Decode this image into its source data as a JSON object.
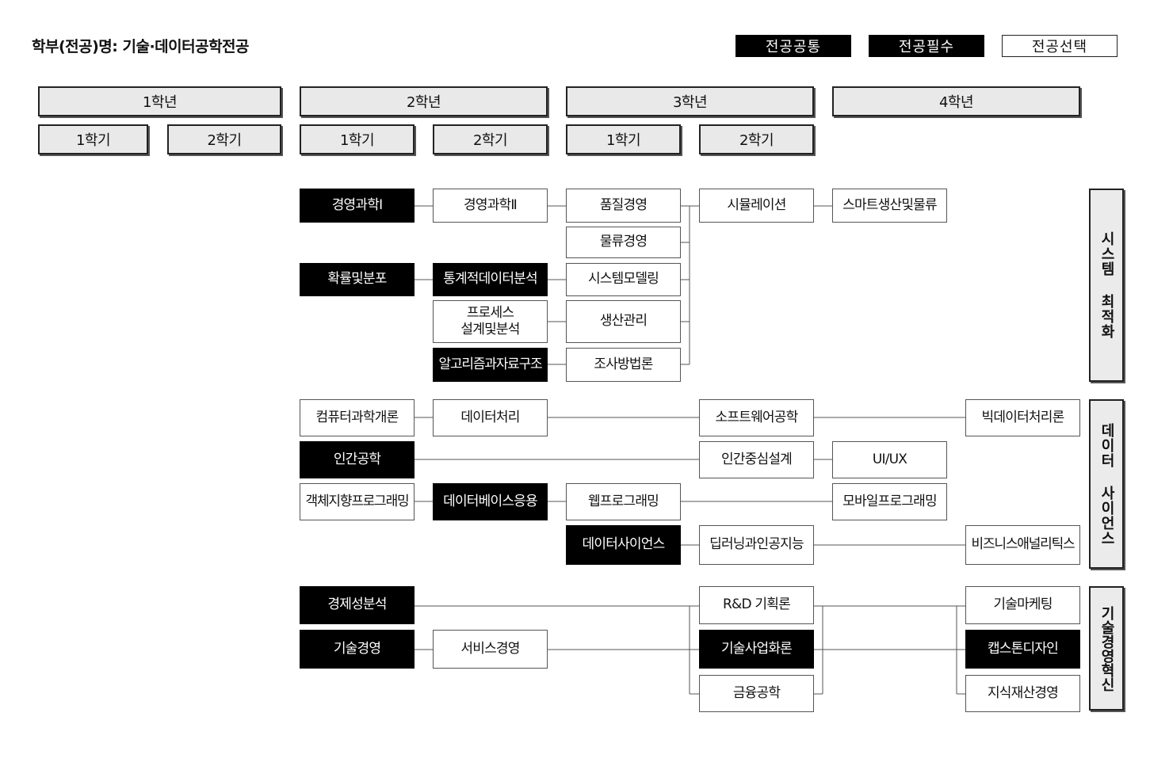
{
  "title": "학부(전공)명:  기술·데이터공학전공",
  "legend": {
    "common": "전공공통",
    "required": "전공필수",
    "elective": "전공선택"
  },
  "years": {
    "y1": "1학년",
    "y2": "2학년",
    "y3": "3학년",
    "y4": "4학년"
  },
  "semesters": {
    "s1": "1학기",
    "s2": "2학기"
  },
  "tracks": {
    "system": "시스템 최적화",
    "data": "데이터 사이언스",
    "tech": "기술경영혁신"
  },
  "courses": {
    "mgmt_sci1": "경영과학Ⅰ",
    "mgmt_sci2": "경영과학Ⅱ",
    "quality": "품질경영",
    "simulation": "시뮬레이션",
    "smart_prod": "스마트생산및물류",
    "logistics": "물류경영",
    "prob": "확률및분포",
    "stat_data": "통계적데이터분석",
    "sys_model": "시스템모델링",
    "process_1": "프로세스",
    "process_2": "설계및분석",
    "prod_mgmt": "생산관리",
    "algo": "알고리즘과자료구조",
    "survey": "조사방법론",
    "cs_intro": "컴퓨터과학개론",
    "data_proc": "데이터처리",
    "software": "소프트웨어공학",
    "bigdata": "빅데이터처리론",
    "hci": "인간공학",
    "hcd": "인간중심설계",
    "uiux": "UI/UX",
    "oop": "객체지향프로그래밍",
    "db_app": "데이터베이스응용",
    "web": "웹프로그래밍",
    "mobile": "모바일프로그래밍",
    "data_sci": "데이터사이언스",
    "dl_ai": "딥러닝과인공지능",
    "biz_analytics": "비즈니스애널리틱스",
    "econ": "경제성분석",
    "rnd": "R&D 기획론",
    "tech_mkt": "기술마케팅",
    "tech_mgmt": "기술경영",
    "service": "서비스경영",
    "tech_biz": "기술사업화론",
    "capstone": "캡스톤디자인",
    "finance": "금융공학",
    "ip_mgmt": "지식재산경영"
  }
}
